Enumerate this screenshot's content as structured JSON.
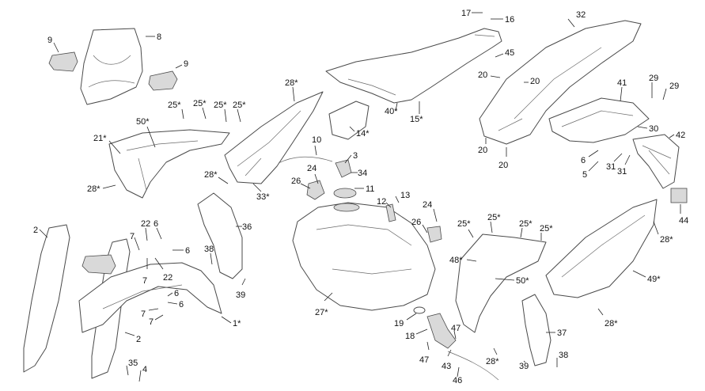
{
  "callouts": [
    {
      "id": "c-17",
      "text": "17"
    },
    {
      "id": "c-16",
      "text": "16"
    },
    {
      "id": "c-32",
      "text": "32"
    },
    {
      "id": "c-9a",
      "text": "9"
    },
    {
      "id": "c-8",
      "text": "8"
    },
    {
      "id": "c-9b",
      "text": "9"
    },
    {
      "id": "c-45",
      "text": "45"
    },
    {
      "id": "c-20a",
      "text": "20"
    },
    {
      "id": "c-20b",
      "text": "20"
    },
    {
      "id": "c-28a",
      "text": "28*"
    },
    {
      "id": "c-40",
      "text": "40*"
    },
    {
      "id": "c-15",
      "text": "15*"
    },
    {
      "id": "c-25a",
      "text": "25*"
    },
    {
      "id": "c-25b",
      "text": "25*"
    },
    {
      "id": "c-25c",
      "text": "25*"
    },
    {
      "id": "c-25d",
      "text": "25*"
    },
    {
      "id": "c-50a",
      "text": "50*"
    },
    {
      "id": "c-14",
      "text": "14*"
    },
    {
      "id": "c-41",
      "text": "41"
    },
    {
      "id": "c-29a",
      "text": "29"
    },
    {
      "id": "c-29b",
      "text": "29"
    },
    {
      "id": "c-30",
      "text": "30"
    },
    {
      "id": "c-42",
      "text": "42"
    },
    {
      "id": "c-21",
      "text": "21*"
    },
    {
      "id": "c-10",
      "text": "10"
    },
    {
      "id": "c-3",
      "text": "3"
    },
    {
      "id": "c-20c",
      "text": "20"
    },
    {
      "id": "c-20d",
      "text": "20"
    },
    {
      "id": "c-6a",
      "text": "6"
    },
    {
      "id": "c-31a",
      "text": "31"
    },
    {
      "id": "c-31b",
      "text": "31"
    },
    {
      "id": "c-5",
      "text": "5"
    },
    {
      "id": "c-28b",
      "text": "28*"
    },
    {
      "id": "c-24a",
      "text": "24"
    },
    {
      "id": "c-34",
      "text": "34"
    },
    {
      "id": "c-26a",
      "text": "26"
    },
    {
      "id": "c-11",
      "text": "11"
    },
    {
      "id": "c-33",
      "text": "33*"
    },
    {
      "id": "c-28c",
      "text": "28*"
    },
    {
      "id": "c-12",
      "text": "12"
    },
    {
      "id": "c-13",
      "text": "13"
    },
    {
      "id": "c-24b",
      "text": "24"
    },
    {
      "id": "c-44",
      "text": "44"
    },
    {
      "id": "c-2a",
      "text": "2"
    },
    {
      "id": "c-22a",
      "text": "22"
    },
    {
      "id": "c-6b",
      "text": "6"
    },
    {
      "id": "c-36",
      "text": "36"
    },
    {
      "id": "c-26b",
      "text": "26"
    },
    {
      "id": "c-25e",
      "text": "25*"
    },
    {
      "id": "c-25f",
      "text": "25*"
    },
    {
      "id": "c-25g",
      "text": "25*"
    },
    {
      "id": "c-25h",
      "text": "25*"
    },
    {
      "id": "c-28d",
      "text": "28*"
    },
    {
      "id": "c-7a",
      "text": "7"
    },
    {
      "id": "c-6c",
      "text": "6"
    },
    {
      "id": "c-38a",
      "text": "38"
    },
    {
      "id": "c-48",
      "text": "48*"
    },
    {
      "id": "c-7b",
      "text": "7"
    },
    {
      "id": "c-22b",
      "text": "22"
    },
    {
      "id": "c-39a",
      "text": "39"
    },
    {
      "id": "c-50b",
      "text": "50*"
    },
    {
      "id": "c-49",
      "text": "49*"
    },
    {
      "id": "c-6d",
      "text": "6"
    },
    {
      "id": "c-6e",
      "text": "6"
    },
    {
      "id": "c-7c",
      "text": "7"
    },
    {
      "id": "c-7d",
      "text": "7"
    },
    {
      "id": "c-27",
      "text": "27*"
    },
    {
      "id": "c-1",
      "text": "1*"
    },
    {
      "id": "c-19",
      "text": "19"
    },
    {
      "id": "c-28e",
      "text": "28*"
    },
    {
      "id": "c-2b",
      "text": "2"
    },
    {
      "id": "c-18",
      "text": "18"
    },
    {
      "id": "c-47a",
      "text": "47"
    },
    {
      "id": "c-37",
      "text": "37"
    },
    {
      "id": "c-28f",
      "text": "28*"
    },
    {
      "id": "c-47b",
      "text": "47"
    },
    {
      "id": "c-43",
      "text": "43"
    },
    {
      "id": "c-35",
      "text": "35"
    },
    {
      "id": "c-4",
      "text": "4"
    },
    {
      "id": "c-38b",
      "text": "38"
    },
    {
      "id": "c-39b",
      "text": "39"
    },
    {
      "id": "c-46",
      "text": "46"
    }
  ]
}
